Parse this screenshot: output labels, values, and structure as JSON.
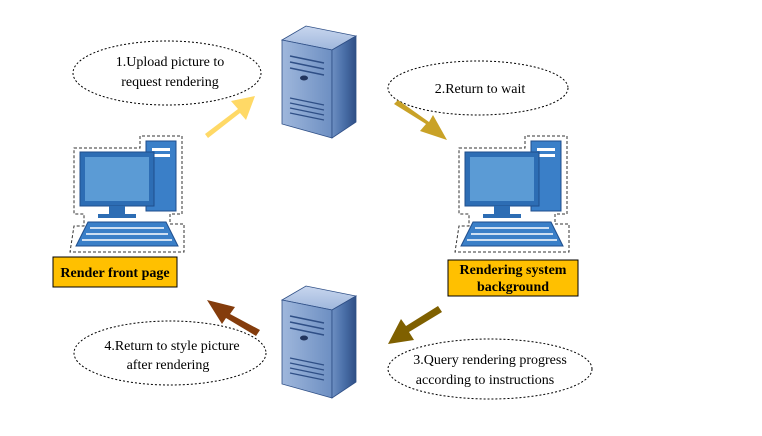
{
  "steps": {
    "step1": {
      "line1": "1.Upload picture to",
      "line2": "request rendering"
    },
    "step2": {
      "line1": "2.Return to wait"
    },
    "step3": {
      "line1": "3.Query rendering progress",
      "line2": "according to instructions"
    },
    "step4": {
      "line1": "4.Return to style picture",
      "line2": "after rendering"
    }
  },
  "labels": {
    "front": "Render front page",
    "backend_line1": "Rendering system",
    "backend_line2": "background"
  },
  "colors": {
    "label_fill": "#FFC000",
    "arrow_step1": "#FFD966",
    "arrow_step2": "#C9A227",
    "arrow_step3": "#7F6000",
    "arrow_step4": "#843C0C",
    "device_blue": "#3A7FC8",
    "screen_blue": "#5B9BD5"
  },
  "icons": {
    "server_top": "server-tower-icon",
    "server_bottom": "server-tower-icon",
    "client_left": "desktop-computer-icon",
    "client_right": "desktop-computer-icon"
  }
}
